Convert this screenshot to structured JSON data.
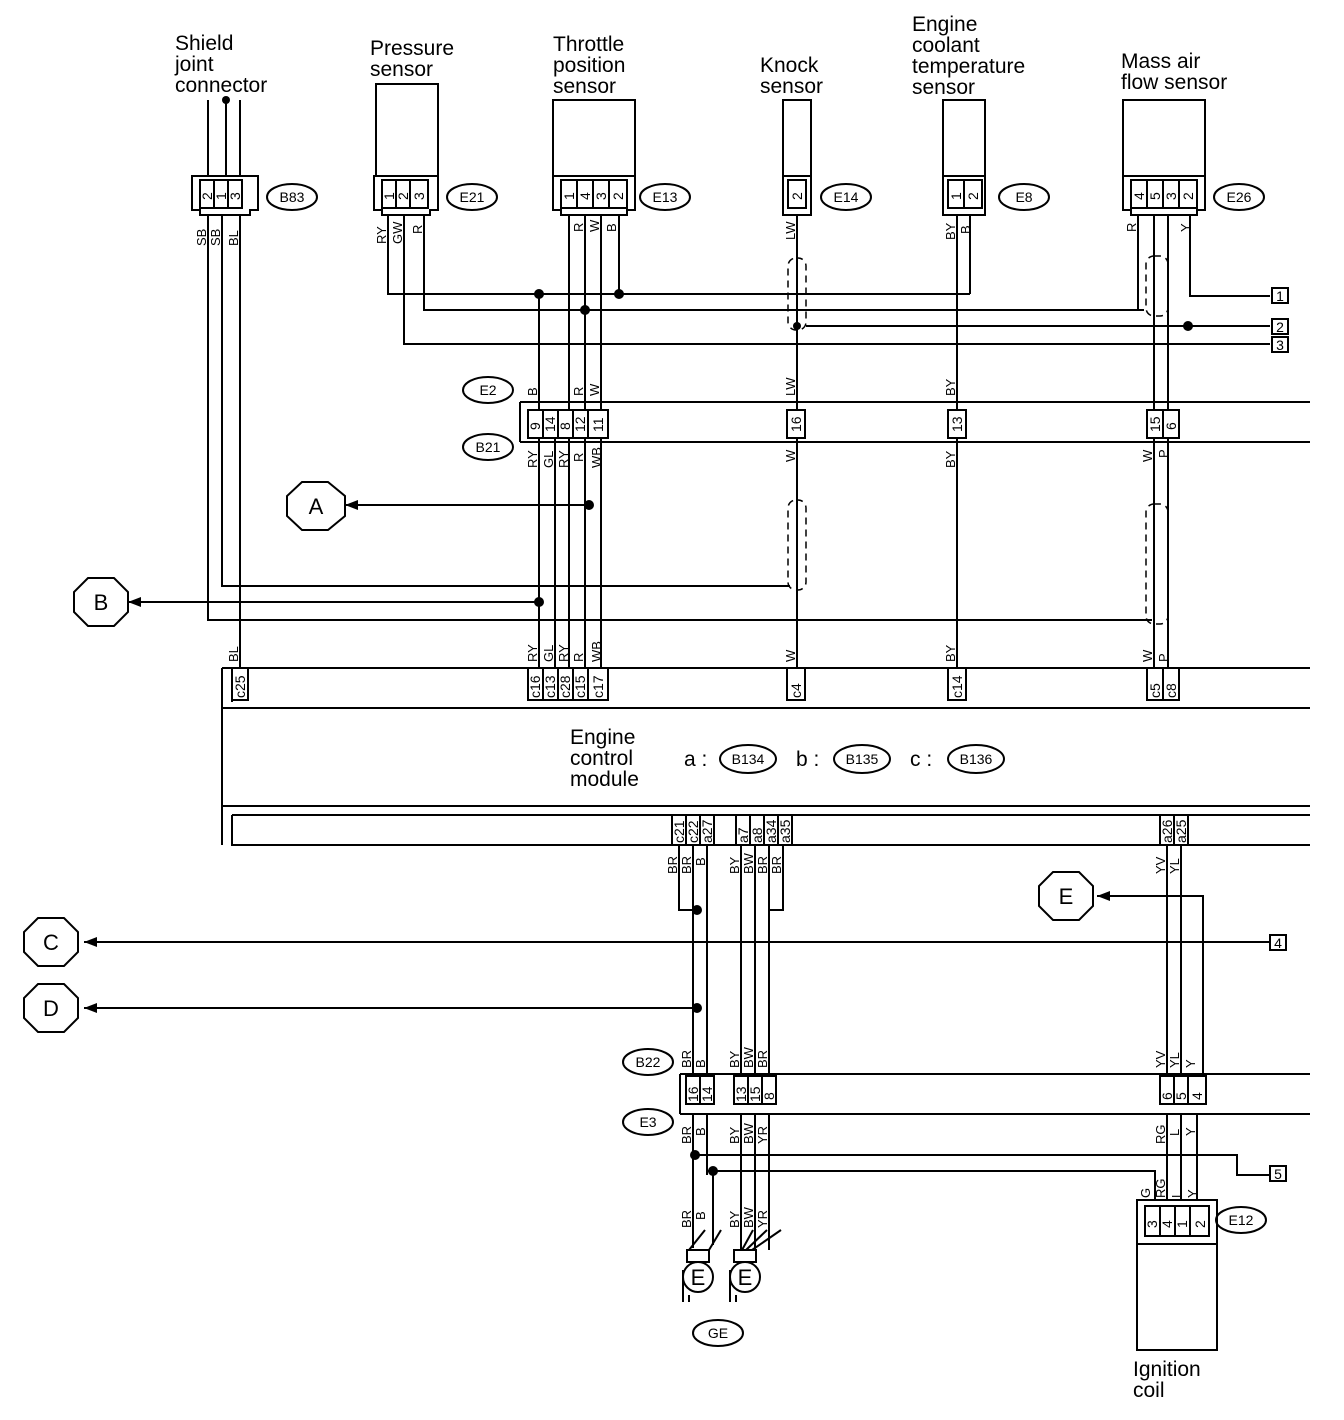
{
  "components": {
    "shield_joint": "Shield\njoint\nconnector",
    "pressure": "Pressure\nsensor",
    "throttle": "Throttle\nposition\nsensor",
    "knock": "Knock\nsensor",
    "coolant": "Engine\ncoolant\ntemperature\nsensor",
    "maf": "Mass air\nflow sensor",
    "ecm": "Engine\ncontrol\nmodule",
    "ignition": "Ignition\ncoil"
  },
  "connectors": {
    "b83": "B83",
    "e21": "E21",
    "e13": "E13",
    "e14": "E14",
    "e8": "E8",
    "e26": "E26",
    "e2": "E2",
    "b21": "B21",
    "b22": "B22",
    "e3": "E3",
    "e12": "E12",
    "ge": "GE",
    "b134": "B134",
    "b135": "B135",
    "b136": "B136"
  },
  "ecm_refs": {
    "a": "a :",
    "b": "b :",
    "c": "c :"
  },
  "offpage": {
    "a": "A",
    "b": "B",
    "c": "C",
    "d": "D",
    "e": "E"
  },
  "numbered_terminals": [
    "1",
    "2",
    "3",
    "4",
    "5"
  ],
  "pins": {
    "b83": [
      "2",
      "1",
      "3"
    ],
    "e21": [
      "1",
      "2",
      "3"
    ],
    "e13": [
      "1",
      "4",
      "3",
      "2"
    ],
    "e14": [
      "2"
    ],
    "e8": [
      "1",
      "2"
    ],
    "e26": [
      "4",
      "5",
      "3",
      "2"
    ],
    "e2b21": [
      "9",
      "14",
      "8",
      "12",
      "11",
      "16",
      "13",
      "15",
      "6"
    ],
    "ecm_top": [
      "c16",
      "c13",
      "c28",
      "c15",
      "c17",
      "c25",
      "c4",
      "c14",
      "c5",
      "c8"
    ],
    "ecm_bot": [
      "c21",
      "c22",
      "a27",
      "a7",
      "a8",
      "a34",
      "a35",
      "a26",
      "a25"
    ],
    "b22e3": [
      "16",
      "14",
      "13",
      "15",
      "8",
      "6",
      "5",
      "4"
    ],
    "e12": [
      "3",
      "4",
      "1",
      "2"
    ]
  },
  "wire_labels": {
    "b83": [
      "SB",
      "SB",
      "BL"
    ],
    "e21": [
      "RY",
      "GW",
      "R"
    ],
    "e13": [
      "R",
      "W",
      "B"
    ],
    "e14": [
      "LW"
    ],
    "e8": [
      "BY",
      "B"
    ],
    "e26": [
      "R",
      "Y"
    ],
    "e2_top": [
      "B",
      "R",
      "W",
      "LW",
      "BY"
    ],
    "b21_bot": [
      "RY",
      "GL",
      "RY",
      "R",
      "WB",
      "W",
      "BY",
      "W",
      "P"
    ],
    "ecm_top": [
      "BL",
      "RY",
      "GL",
      "RY",
      "R",
      "WB",
      "W",
      "BY",
      "W",
      "P"
    ],
    "ecm_bot": [
      "BR",
      "BR",
      "B",
      "BY",
      "BW",
      "BR",
      "BR",
      "YV",
      "YL"
    ],
    "b22_top": [
      "BR",
      "B",
      "BY",
      "BW",
      "BR",
      "YV",
      "YL",
      "Y"
    ],
    "e3_bot": [
      "BR",
      "B",
      "BY",
      "BW",
      "YR",
      "RG",
      "L",
      "Y"
    ],
    "ground": [
      "BR",
      "B",
      "BY",
      "BW",
      "YR"
    ],
    "e12": [
      "G",
      "RG",
      "L",
      "Y"
    ]
  }
}
